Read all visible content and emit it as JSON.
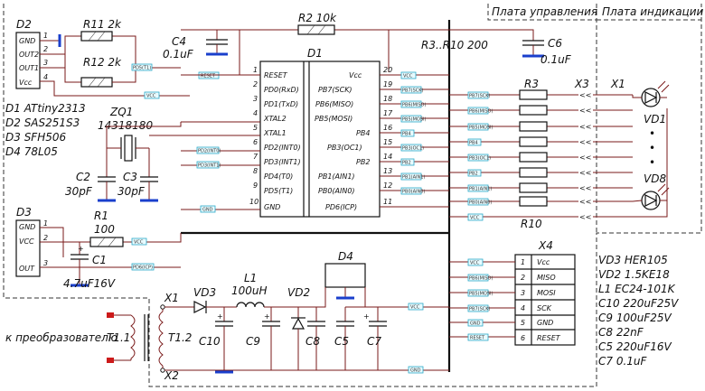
{
  "board_labels": {
    "control": "Плата управления",
    "display": "Плата индикации",
    "converter": "к преобразователю"
  },
  "d2": {
    "ref": "D2",
    "pins": [
      "GND",
      "OUT2",
      "OUT1",
      "Vcc"
    ],
    "nums": [
      "1",
      "2",
      "3",
      "4"
    ]
  },
  "d3": {
    "ref": "D3",
    "pins": [
      "GND",
      "VCC",
      "OUT"
    ],
    "nums": [
      "1",
      "2",
      "3"
    ]
  },
  "d1": {
    "ref": "D1",
    "left_pins": [
      "RESET",
      "PD0(RxD)",
      "PD1(TxD)",
      "XTAL2",
      "XTAL1",
      "PD2(INT0)",
      "PD3(INT1)",
      "PD4(T0)",
      "PD5(T1)",
      "GND"
    ],
    "left_nums": [
      "1",
      "2",
      "3",
      "4",
      "5",
      "6",
      "7",
      "8",
      "9",
      "10"
    ],
    "right_pins": [
      "Vcc",
      "PB7(SCK)",
      "PB6(MISO)",
      "PB5(MOSI)",
      "PB4",
      "PB3(OC1)",
      "PB2",
      "PB1(AIN1)",
      "PB0(AIN0)",
      "PD6(ICP)"
    ],
    "right_nums": [
      "20",
      "19",
      "18",
      "17",
      "16",
      "15",
      "14",
      "13",
      "12",
      "11"
    ]
  },
  "x4": {
    "ref": "X4",
    "pins": [
      "Vcc",
      "MISO",
      "MOSI",
      "SCK",
      "GND",
      "RESET"
    ],
    "nums": [
      "1",
      "2",
      "3",
      "4",
      "5",
      "6"
    ]
  },
  "components": {
    "r11": "R11  2k",
    "r12": "R12  2k",
    "r2": "R2  10k",
    "c4": "C4",
    "c4v": "0.1uF",
    "c6": "C6",
    "c6v": "0.1uF",
    "r3r10": "R3..R10  200",
    "r3": "R3",
    "r10": "R10",
    "x3": "X3",
    "x1": "X1",
    "vd1": "VD1",
    "vd8": "VD8",
    "zq1": "ZQ1",
    "zq1v": "14318180",
    "c2": "C2",
    "c2v": "30pF",
    "c3": "C3",
    "c3v": "30pF",
    "r1": "R1",
    "r1v": "100",
    "c1": "C1",
    "c1v": "4.7uF16V",
    "d4": "D4",
    "l1": "L1",
    "l1v": "100uH",
    "vd3": "VD3",
    "vd2": "VD2",
    "c10": "C10",
    "c9": "C9",
    "c8": "C8",
    "c5": "C5",
    "c7": "C7",
    "x1p": "X1",
    "x2p": "X2",
    "t11": "T1.1",
    "t12": "T1.2"
  },
  "parts_list_left": [
    "D1  ATtiny2313",
    "D2  SAS251S3",
    "D3  SFH506",
    "D4  78L05"
  ],
  "parts_list_right": [
    "VD3  HER105",
    "VD2  1.5KE18",
    "L1  EC24-101K",
    "C10  220uF25V",
    "C9  100uF25V",
    "C8  22nF",
    "C5  220uF16V",
    "C7  0.1uF"
  ],
  "net_tags": {
    "pd5": "PD5(T1)",
    "reset": "RESET",
    "vcc": "VCC",
    "pd2": "PD2(INT0)",
    "pd3": "PD3(INT1)",
    "gnd": "GND",
    "pd6": "PD6(ICP)",
    "right": [
      "PB7(SCK)",
      "PB6(MISO)",
      "PB5(MOSI)",
      "PB4",
      "PB3(OC1)",
      "PB2",
      "PB1(AIN1)",
      "PB0(AIN0)"
    ]
  },
  "dots": "•\n•\n•"
}
